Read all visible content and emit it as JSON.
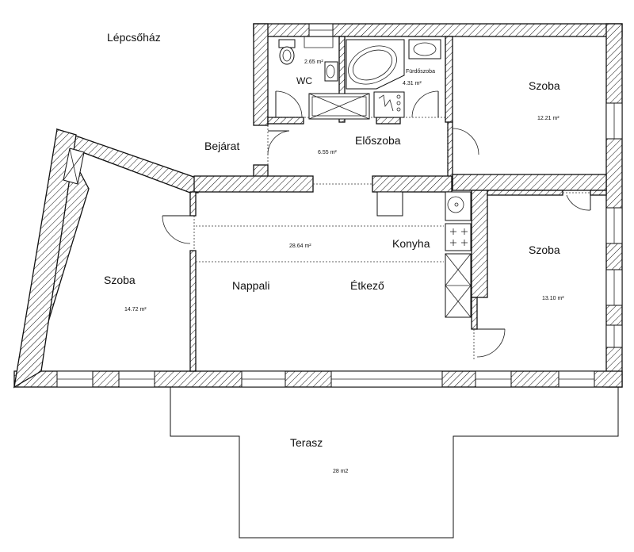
{
  "stairwell": {
    "label": "Lépcsőház"
  },
  "entrance": {
    "label": "Bejárat"
  },
  "rooms": {
    "wc": {
      "label": "WC",
      "area": "2.65 m²"
    },
    "bathroom": {
      "label": "Fürdőszoba",
      "area": "4.31 m²"
    },
    "room_ne": {
      "label": "Szoba",
      "area": "12.21 m²"
    },
    "hall": {
      "label": "Előszoba",
      "area": "6.55 m²"
    },
    "room_w": {
      "label": "Szoba",
      "area": "14.72 m²"
    },
    "living": {
      "label": "Nappali",
      "area": "28.64 m²"
    },
    "dining": {
      "label": "Étkező"
    },
    "kitchen": {
      "label": "Konyha"
    },
    "room_se": {
      "label": "Szoba",
      "area": "13.10 m²"
    }
  },
  "terrace": {
    "label": "Terasz",
    "area": "28 m2"
  }
}
